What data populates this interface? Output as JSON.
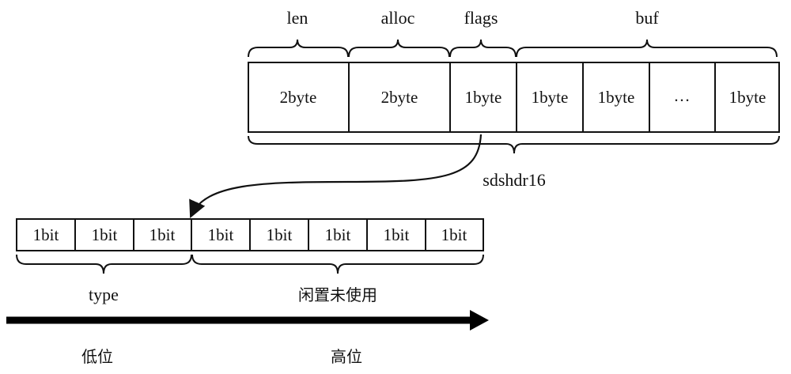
{
  "header_fields": [
    {
      "label": "len"
    },
    {
      "label": "alloc"
    },
    {
      "label": "flags"
    },
    {
      "label": "buf"
    }
  ],
  "sds_cells": [
    "2byte",
    "2byte",
    "1byte",
    "1byte",
    "1byte",
    "…",
    "1byte"
  ],
  "struct_name": "sdshdr16",
  "flag_bits": [
    "1bit",
    "1bit",
    "1bit",
    "1bit",
    "1bit",
    "1bit",
    "1bit",
    "1bit"
  ],
  "bit_groups": {
    "type": "type",
    "unused": "闲置未使用"
  },
  "direction": {
    "low": "低位",
    "high": "高位"
  }
}
